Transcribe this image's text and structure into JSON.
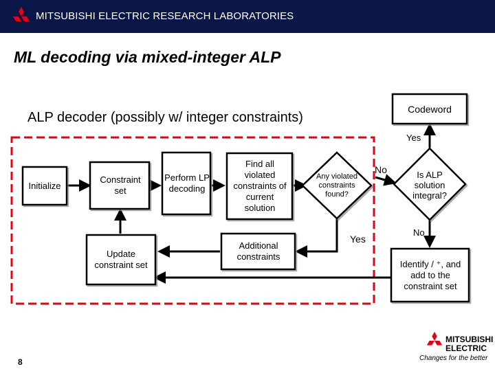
{
  "header": {
    "title": "MITSUBISHI ELECTRIC RESEARCH LABORATORIES"
  },
  "slide": {
    "title": "ML decoding via mixed-integer ALP",
    "subtitle": "ALP decoder (possibly w/ integer constraints)",
    "page_number": "8"
  },
  "diagram": {
    "nodes": {
      "initialize": "Initialize",
      "constraint_set": "Constraint set",
      "perform_lp": "Perform LP decoding",
      "find_violated": "Find all violated constraints of current solution",
      "additional_constraints": "Additional constraints",
      "update_constraint": "Update constraint set",
      "any_violated": "Any violated constraints found?",
      "is_integral": "Is ALP solution integral?",
      "codeword": "Codeword",
      "identify": "Identify / ⁺, and add to the constraint set"
    },
    "edge_labels": {
      "no_violated": "No",
      "yes_violated": "Yes",
      "yes_integral": "Yes",
      "no_integral": "No"
    }
  },
  "footer": {
    "brand_line1": "MITSUBISHI",
    "brand_line2": "ELECTRIC",
    "tagline": "Changes for the better"
  },
  "colors": {
    "header_bg": "#0a1645",
    "accent_red": "#e60012",
    "dashed_border": "#e60012",
    "text": "#000000"
  }
}
